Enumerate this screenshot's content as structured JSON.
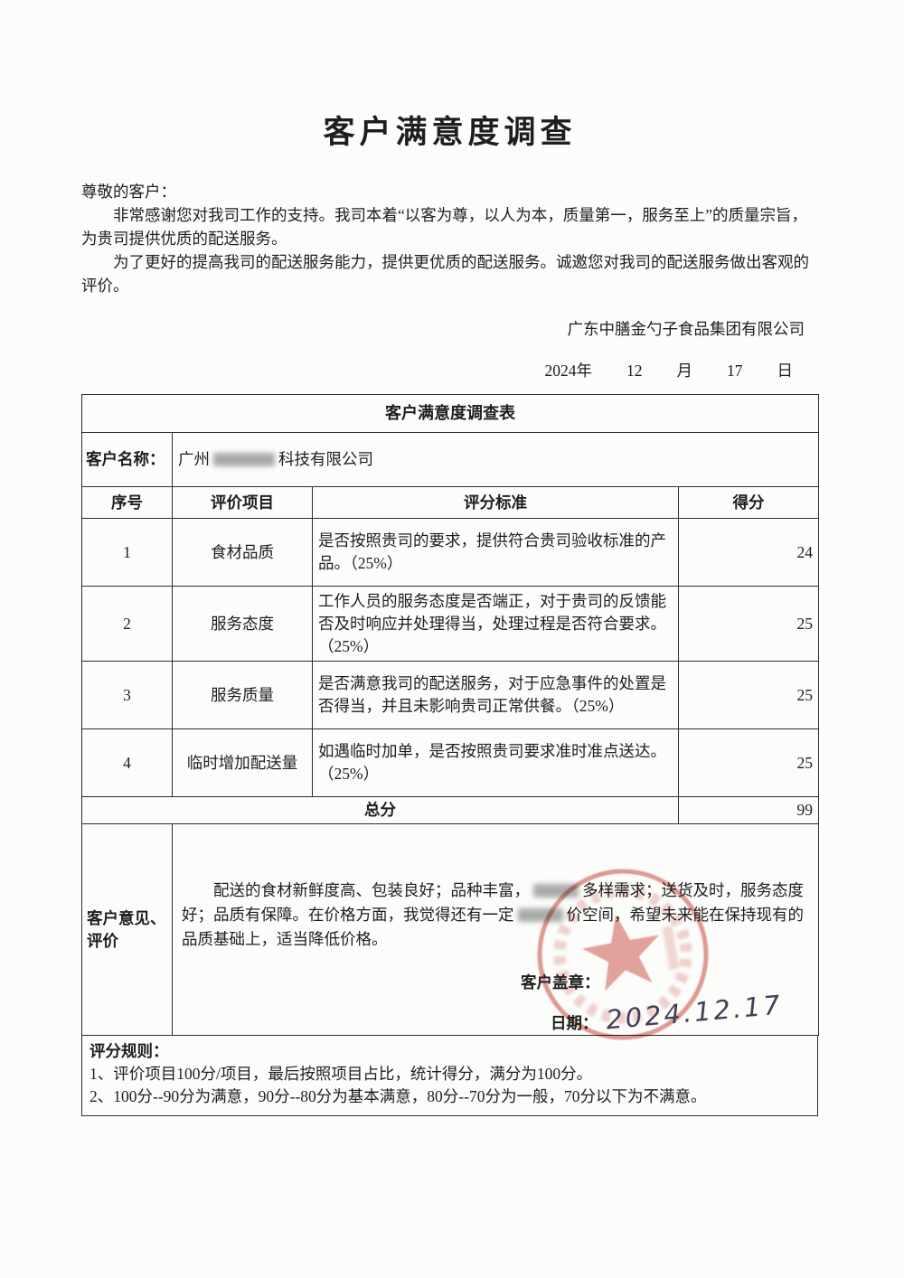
{
  "doc": {
    "title": "客户满意度调查",
    "salutation": "尊敬的客户：",
    "para1": "非常感谢您对我司工作的支持。我司本着“以客为尊，以人为本，质量第一，服务至上”的质量宗旨，为贵司提供优质的配送服务。",
    "para2": "为了更好的提高我司的配送服务能力，提供更优质的配送服务。诚邀您对我司的配送服务做出客观的评价。",
    "company": "广东中膳金勺子食品集团有限公司",
    "date": {
      "year": "2024年",
      "month_value": "12",
      "month_unit": "月",
      "day_value": "17",
      "day_unit": "日"
    }
  },
  "table": {
    "caption": "客户满意度调查表",
    "customer_label": "客户名称：",
    "customer_name_prefix": "广州",
    "customer_name_suffix": "科技有限公司",
    "columns": {
      "no": "序号",
      "item": "评价项目",
      "criteria": "评分标准",
      "score": "得分"
    },
    "rows": [
      {
        "no": "1",
        "item": "食材品质",
        "criteria": "是否按照贵司的要求，提供符合贵司验收标准的产品。（25%）",
        "score": "24"
      },
      {
        "no": "2",
        "item": "服务态度",
        "criteria": "工作人员的服务态度是否端正，对于贵司的反馈能否及时响应并处理得当，处理过程是否符合要求。（25%）",
        "score": "25"
      },
      {
        "no": "3",
        "item": "服务质量",
        "criteria": "是否满意我司的配送服务，对于应急事件的处置是否得当，并且未影响贵司正常供餐。（25%）",
        "score": "25"
      },
      {
        "no": "4",
        "item": "临时增加配送量",
        "criteria": "如遇临时加单，是否按照贵司要求准时准点送达。（25%）",
        "score": "25"
      }
    ],
    "total_label": "总分",
    "total_score": "99",
    "feedback_label": "客户意见、评价",
    "feedback": {
      "seg1": "配送的食材新鲜度高、包装良好；品种丰富，",
      "seg2": "多样需求；送货及时，服务态度好；品质有保障。在价格方面，我觉得还有一定",
      "seg3": "价空间，希望未来能在保持现有的品质基础上，适当降低价格。"
    },
    "stamp_label": "客户盖章：",
    "date_label": "日期：",
    "handwritten_date": "2024.12.17"
  },
  "rules": {
    "heading": "评分规则：",
    "line1": "1、评价项目100分/项目，最后按照项目占比，统计得分，满分为100分。",
    "line2": "2、100分--90分为满意，90分--80分为基本满意，80分--70分为一般，70分以下为不满意。"
  },
  "stamp": {
    "color": "#c43a2e",
    "shape": "circular-seal-with-star"
  }
}
